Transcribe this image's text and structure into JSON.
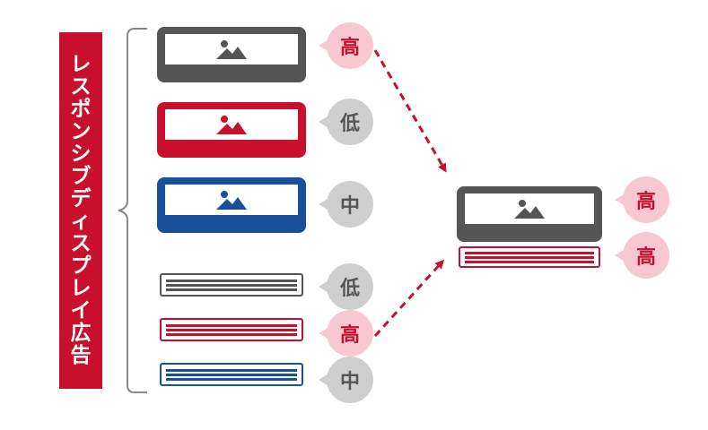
{
  "label": "レスポンシブディスプレイ広告",
  "levels": {
    "high": "高",
    "low": "低",
    "mid": "中"
  },
  "left_items": [
    {
      "kind": "image",
      "color": "#555555",
      "level": "高"
    },
    {
      "kind": "image",
      "color": "#c8102e",
      "level": "低"
    },
    {
      "kind": "image",
      "color": "#1a4f9c",
      "level": "中"
    },
    {
      "kind": "text",
      "color": "#555555",
      "level": "低"
    },
    {
      "kind": "text",
      "color": "#c8102e",
      "level": "高"
    },
    {
      "kind": "text",
      "color": "#1a4f9c",
      "level": "中"
    }
  ],
  "result": [
    {
      "kind": "image",
      "color": "#555555",
      "level": "高"
    },
    {
      "kind": "text",
      "color": "#c8102e",
      "level": "高"
    }
  ],
  "colors": {
    "accent": "#c8102e",
    "gray": "#555555",
    "blue": "#1a4f9c",
    "pink": "#f8c8d2",
    "bubble_gray": "#cfcfcf"
  }
}
